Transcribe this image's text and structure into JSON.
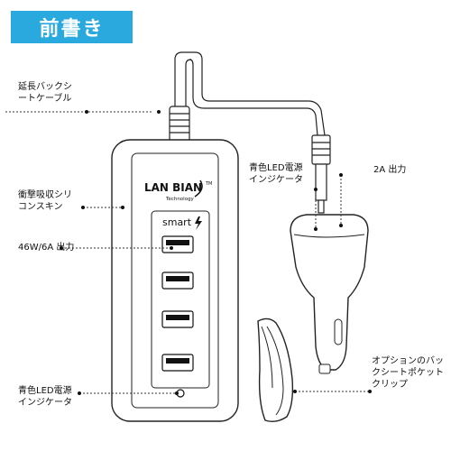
{
  "header": {
    "title": "前書き",
    "color": "#2aa9de"
  },
  "device": {
    "brand": "LAN BIAN",
    "brand_sub": "Technology",
    "smart_label": "smart",
    "usb_ports": 4
  },
  "callouts": {
    "extension_cable": "延長バックシ\nートケーブル",
    "shock_absorb": "衝撃吸収シリ\nコンスキン",
    "output_46w": "46W/6A 出力",
    "led_left": "青色LED電源\nインジケータ",
    "led_right": "青色LED電源\nインジケータ",
    "output_2a": "2A 出力",
    "clip": "オプションのバッ\nクシートポケット\nクリップ"
  },
  "colors": {
    "line": "#222222",
    "dash": "#333333"
  },
  "icons": [
    "lightning-icon",
    "usb-port-icon",
    "led-icon"
  ]
}
